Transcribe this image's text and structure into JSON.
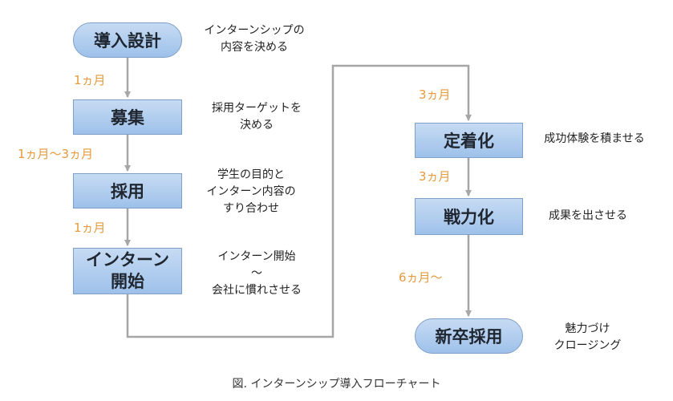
{
  "nodes": {
    "n1": "導入設計",
    "n2": "募集",
    "n3": "採用",
    "n4": [
      "インターン",
      "開始"
    ],
    "n5": "定着化",
    "n6": "戦力化",
    "n7": "新卒採用"
  },
  "notes": {
    "t1": [
      "インターンシップの",
      "内容を決める"
    ],
    "t2": [
      "採用ターゲットを",
      "決める"
    ],
    "t3": [
      "学生の目的と",
      "インターン内容の",
      "すり合わせ"
    ],
    "t4": [
      "インターン開始",
      "～",
      "会社に慣れさせる"
    ],
    "t5": [
      "成功体験を積ませる"
    ],
    "t6": [
      "成果を出させる"
    ],
    "t7": [
      "魅力づけ",
      "クロージング"
    ]
  },
  "durations": {
    "d1": "1ヵ月",
    "d2": "1ヵ月～3ヵ月",
    "d3": "1ヵ月",
    "d4": "3ヵ月",
    "d5": "3ヵ月",
    "d6": "6ヵ月～"
  },
  "caption": "図. インターンシップ導入フローチャート",
  "colors": {
    "node_fill_top": "#c6dbf3",
    "node_fill_bottom": "#9ec1ea",
    "node_border": "#7f9fc6",
    "arrow": "#a6a6a6",
    "duration_text": "#e59a3c"
  }
}
